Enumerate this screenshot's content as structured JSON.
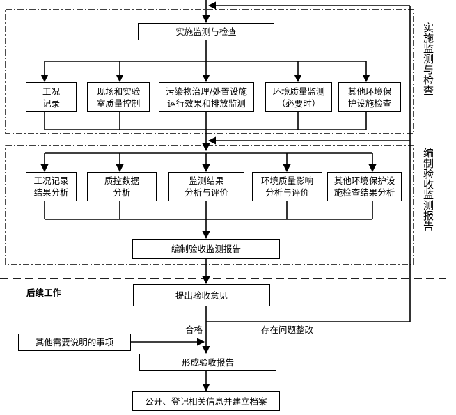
{
  "phases": {
    "implement_label": "实施监测与检查",
    "report_label": "编制验收监测报告",
    "followup_label": "后续工作"
  },
  "nodes": {
    "implement": "实施监测与检查",
    "work_record": "工况\n记录",
    "lab_qc": "现场和实验\n室质量控制",
    "pollution_treatment": "污染物治理/处置设施\n运行效果和排放监测",
    "env_quality": "环境质量监测\n（必要时）",
    "other_env_check": "其他环境保\n护设施检查",
    "work_record_analysis": "工况记录\n结果分析",
    "qc_data_analysis": "质控数据\n分析",
    "monitor_eval": "监测结果\n分析与评价",
    "env_impact_eval": "环境质量影响\n分析与评价",
    "other_env_result": "其他环境保护设\n施检查结果分析",
    "compile_report": "编制验收监测报告",
    "propose_opinion": "提出验收意见",
    "other_notes": "其他需要说明的事项",
    "form_report": "形成验收报告",
    "publish_archive": "公开、登记相关信息并建立档案"
  },
  "edge_labels": {
    "qualified": "合格",
    "rectify": "存在问题整改"
  }
}
